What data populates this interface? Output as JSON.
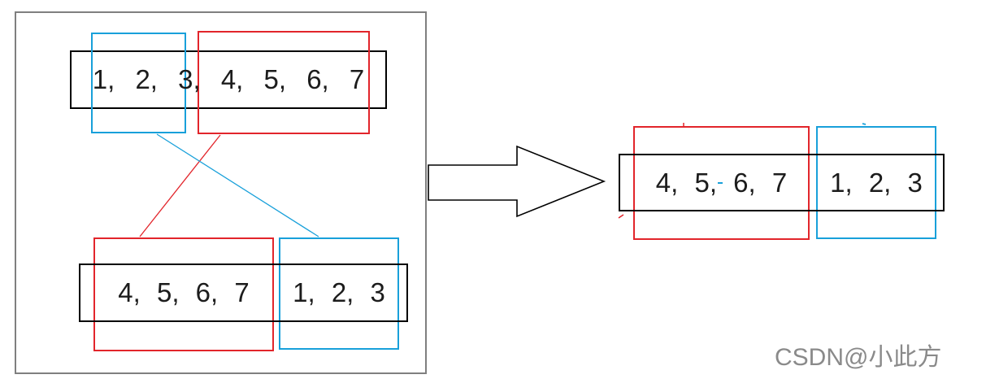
{
  "colors": {
    "left_segment_outline": "#18a0da",
    "right_segment_outline": "#e2252b",
    "array_outline": "#000000",
    "panel_frame": "#7f7f7f",
    "watermark": "#8a8a8a"
  },
  "before_panel": {
    "original_array": "1, 2, 3, 4, 5, 6, 7",
    "swapped_array_left": "4, 5, 6, 7",
    "swapped_array_right": "1, 2, 3"
  },
  "after_panel": {
    "result_left": "4, 5, 6, 7",
    "result_right": "1, 2, 3"
  },
  "watermark": {
    "text": "CSDN@小此方"
  }
}
